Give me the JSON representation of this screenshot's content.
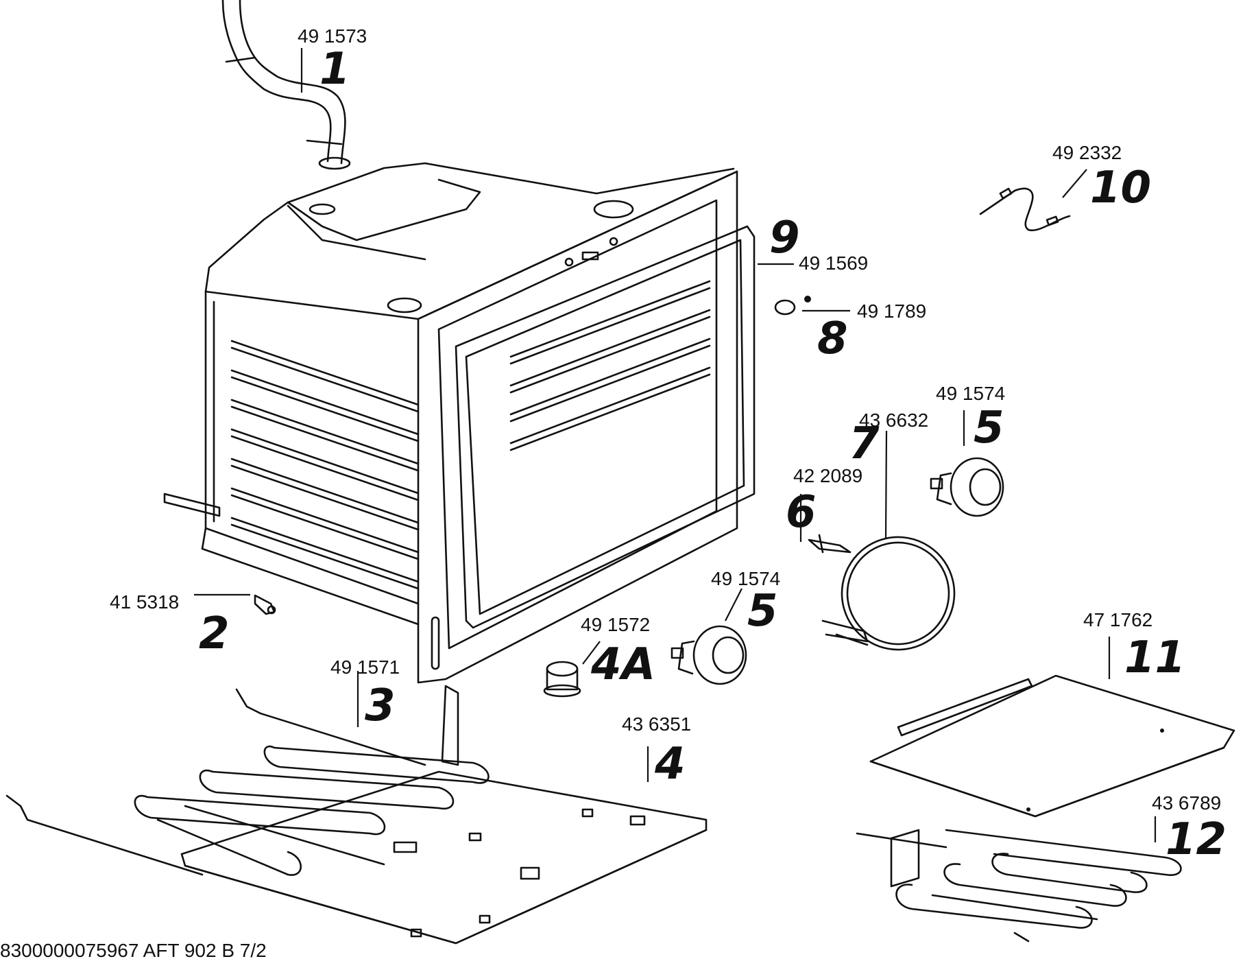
{
  "callouts": [
    {
      "id": "1",
      "ref": "1",
      "part": "49 1573"
    },
    {
      "id": "2",
      "ref": "2",
      "part": "41 5318"
    },
    {
      "id": "3",
      "ref": "3",
      "part": "49 1571"
    },
    {
      "id": "4",
      "ref": "4",
      "part": "43 6351"
    },
    {
      "id": "4a",
      "ref": "4A",
      "part": "49 1572"
    },
    {
      "id": "5a",
      "ref": "5",
      "part": "49 1574"
    },
    {
      "id": "5b",
      "ref": "5",
      "part": "49 1574"
    },
    {
      "id": "6",
      "ref": "6",
      "part": "42 2089"
    },
    {
      "id": "7",
      "ref": "7",
      "part": "43 6632"
    },
    {
      "id": "8",
      "ref": "8",
      "part": "49 1789"
    },
    {
      "id": "9",
      "ref": "9",
      "part": "49 1569"
    },
    {
      "id": "10",
      "ref": "10",
      "part": "49 2332"
    },
    {
      "id": "11",
      "ref": "11",
      "part": "47 1762"
    },
    {
      "id": "12",
      "ref": "12",
      "part": "43 6789"
    }
  ],
  "footer": "8300000075967 AFT 902 B 7/2"
}
